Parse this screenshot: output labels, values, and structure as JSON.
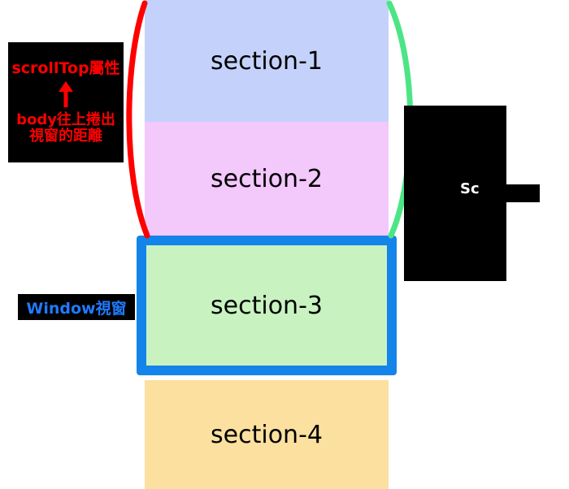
{
  "diagram": {
    "title": "scrollTop / Window viewport scrolling diagram",
    "background_color": "#ffffff"
  },
  "document_column": {
    "sections": [
      {
        "id": "section-1",
        "label": "section-1",
        "color": "#c4d2fb"
      },
      {
        "id": "section-2",
        "label": "section-2",
        "color": "#f3c8fb"
      },
      {
        "id": "section-3",
        "label": "section-3",
        "color": "#c8f3c1"
      },
      {
        "id": "section-4",
        "label": "section-4",
        "color": "#fbe0a0"
      }
    ]
  },
  "window_frame": {
    "border_color": "#1484ea",
    "encloses": "section-3"
  },
  "arcs": [
    {
      "name": "left-brace-arc",
      "color": "#fe0000",
      "side": "left",
      "spans": "section-1 through section-2"
    },
    {
      "name": "right-brace-arc",
      "color": "#4ce585",
      "side": "right",
      "spans": "section-1 through section-2"
    }
  ],
  "callouts": {
    "scrolltop": {
      "name": "scrollTop-callout",
      "background": "#000000",
      "text_color": "#fe0000",
      "line1": "scrollTop屬性",
      "arrow": "up-arrow",
      "line2": "body往上捲出",
      "line3": "視窗的距離"
    },
    "window": {
      "name": "window-callout",
      "background": "#000000",
      "text_color": "#1f7bfd",
      "label": "Window視窗"
    },
    "scrollheight": {
      "name": "right-panel-callout",
      "background": "#000000",
      "text_color": "#ffffff",
      "label": "Sc"
    }
  }
}
